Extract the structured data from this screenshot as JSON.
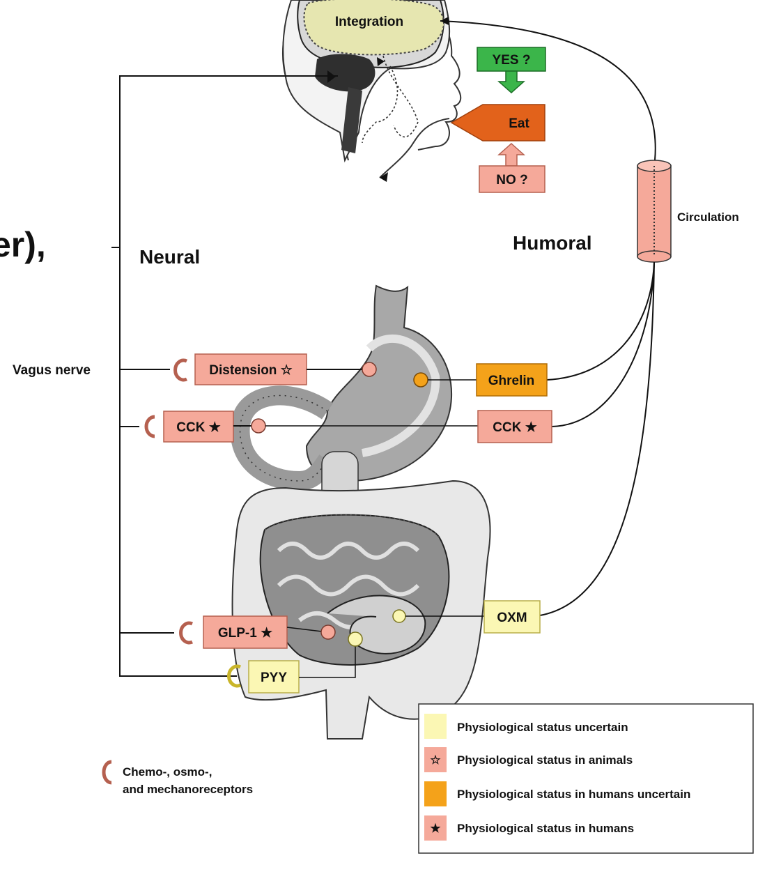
{
  "partial_heading": "er),",
  "brain": {
    "integration_label": "Integration"
  },
  "decision": {
    "yes_label": "YES ?",
    "eat_label": "Eat",
    "no_label": "NO ?"
  },
  "pathways": {
    "neural_label": "Neural",
    "humoral_label": "Humoral",
    "circulation_label": "Circulation",
    "vagus_label": "Vagus nerve"
  },
  "signals": {
    "distension": "Distension ☆",
    "cck_neural": "CCK ★",
    "glp1": "GLP-1 ★",
    "pyy": "PYY",
    "ghrelin": "Ghrelin",
    "cck_humoral": "CCK  ★",
    "oxm": "OXM"
  },
  "receptor_note": {
    "line1": "Chemo-, osmo-,",
    "line2": "and mechanoreceptors"
  },
  "legend": {
    "items": [
      {
        "label": "Physiological status uncertain",
        "color": "#fbf7b4",
        "symbol": ""
      },
      {
        "label": "Physiological status in animals",
        "color": "#f5a99a",
        "symbol": "☆"
      },
      {
        "label": "Physiological status in humans uncertain",
        "color": "#f4a21a",
        "symbol": ""
      },
      {
        "label": "Physiological status in humans",
        "color": "#f5a99a",
        "symbol": "★"
      }
    ]
  },
  "colors": {
    "salmon": "#f5a99a",
    "yellow": "#fbf7b4",
    "orange": "#f4a21a",
    "eat_orange": "#e2621b",
    "yes_green": "#3bb54a",
    "brain_green": "#e6e6b0"
  }
}
